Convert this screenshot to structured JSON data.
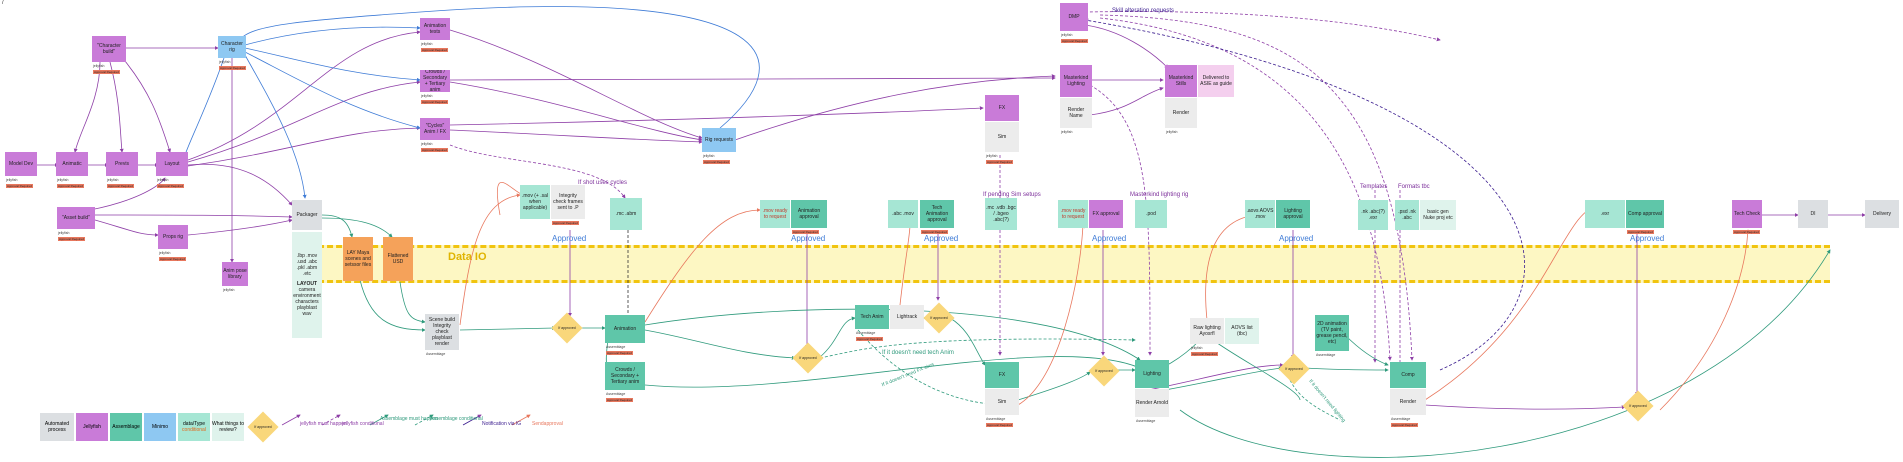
{
  "colors": {
    "jellyfish": "#c97bd8",
    "assemblage": "#5fc6a9",
    "minimo": "#8ec8f2",
    "data_type": "#a6e6d4",
    "automated": "#dcdfe2",
    "band": "#fdf7c3",
    "conditional_gate": "#f9d77b",
    "approved_badge": "#e8775d",
    "deviation": "#e8775d"
  },
  "corner_mark": "/",
  "band_label": "Data IO",
  "nodes": {
    "model_dev": "Model Dev",
    "animatic": "Animatic",
    "previs": "Previs",
    "layout": "Layout",
    "character_build": "\"Character build\"",
    "asset_build": "\"Asset build\"",
    "props_rig": "Props rig",
    "character_rig": "Character rig",
    "anim_pose_library": "Anim pose library",
    "animation_tests": "Animation tests",
    "crowds_secondary_top": "Crowds / Secondary + Tertiary anim",
    "cycles_anim_fx": "\"Cycles\" Anim / FX",
    "rig_requests": "Rig requests",
    "packager": "Packager",
    "packager_files": ".lbp .mov .usd .abc .pkl .abm .etc",
    "packager_layout": "LAYOUT",
    "packager_layout_items": "camera environment characters playblast wav",
    "lay_box": "LAY Maya scenes and setssor files",
    "flattened_usd": "Flattened USD",
    "scene_build": "Scene build Integrity check playblast render",
    "mov_out": ".mov (+ .sal when applicable)",
    "integrity_check": "Integrity check frames sent to .P",
    "mc_abm": ".mc .abm",
    "animation": "Animation",
    "crowds_secondary_bottom": "Crowds / Secondary + Tertiary anim",
    "mov_ready": ".mov ready to request",
    "animation_approval": "Animation approval",
    "tech_anim": "Tech Anim",
    "lightrack": "Lightrack",
    "abc_mov": ".abc .mov",
    "tech_animation_approval": "Tech Animation approval",
    "fx_top": "FX",
    "sim_top": "Sim",
    "fx_bottom": "FX",
    "sim_bottom": "Sim",
    "fx_files": ".mc .vdb .bgc / .bgeo .abc(?)",
    "mov_ready_fx": ".mov ready to request",
    "fx_approval": "FX approval",
    "pod": ".pod",
    "dmp": "DMP",
    "masterkind_lighting": "Masterkind Lighting",
    "masterkind_stills": "Masterkind Stills",
    "delivered_asie": "Delivered to ASIE as guide",
    "render_top": "Render",
    "render_name": "Render Name",
    "lighting": "Lighting",
    "render_arnold": "Render Arnold",
    "raw_lighting": "Raw lighting Ayosrfl",
    "aovs_list": "AOVS list (tbc)",
    "aovs_mov": ".aovs AOVS .mov",
    "lighting_approval": "Lighting approval",
    "d2_animation": "2D animation (TV paint, grease pencil, etc)",
    "nk_abc": ".nk .abc(?) .exr",
    "psd_files": ".psd .nk .abc",
    "basic_gen_tools": "basic gen Nuke proj etc",
    "comp": "Comp",
    "render_bottom": "Render",
    "exr_comp": ".exr",
    "comp_approval": "Comp approval",
    "tech_check": "Tech Check",
    "di": "DI",
    "delivery": "Delivery"
  },
  "tags": {
    "jellyfish": "jellyfish",
    "assemblage": "Assemblage",
    "approval_required": "Approval Required"
  },
  "edge_labels": {
    "skill_requests": "Skill alteration requests",
    "if_shot_uses_cycles": "If shot uses cycles",
    "if_pending_sim_setups": "If pending Sim setups",
    "masterkind_rig": "Masterkind lighting rig",
    "templates": "Templates",
    "formats_tbc": "Formats tbc",
    "if_doesnt_need_tech_anim": "If it doesn't need tech Anim",
    "if_doesnt_need_fx": "If it doesn't need FX sims",
    "if_no_lighting": "If it doesn't need lighting"
  },
  "approved_labels": [
    "Approved",
    "Approved",
    "Approved",
    "Approved",
    "Approved",
    "Approved"
  ],
  "gate_label": "If approved",
  "legend": {
    "automated": "Automated process",
    "jellyfish": "Jellyfish",
    "assemblage": "Assemblage",
    "minimo": "Minimo",
    "data_type": "data/Type",
    "data_type_sub": "conditional",
    "what_things": "What things to review?",
    "gate": "If approved",
    "l1": "jellyfish must happen",
    "l2": "jellyfish conditional",
    "l3": "Assemblage must happen",
    "l4": "Assemblage conditional",
    "l5": "Notification via IG",
    "l6": "Sendapproval"
  }
}
